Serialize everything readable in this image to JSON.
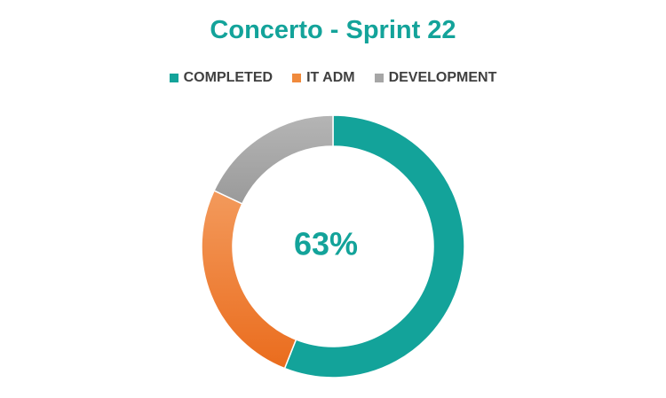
{
  "colors": {
    "title": "#13a39a",
    "center_text": "#13a39a"
  },
  "chart_data": {
    "type": "pie",
    "title": "Concerto - Sprint 22",
    "center_label": "63%",
    "legend_position": "top",
    "categories": [
      "COMPLETED",
      "IT ADM",
      "DEVELOPMENT"
    ],
    "values": [
      56,
      26,
      18
    ],
    "colors": [
      "#13a39a",
      "#f08a3c",
      "#a6a6a6"
    ]
  }
}
